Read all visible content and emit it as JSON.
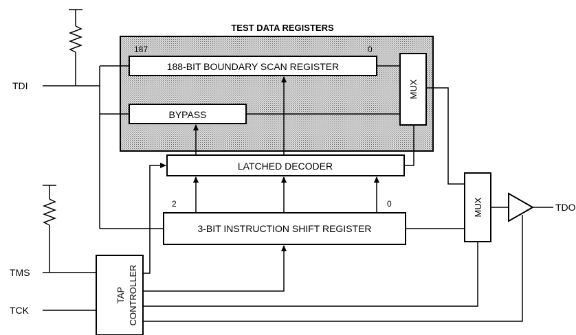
{
  "diagram": {
    "title": "TEST DATA REGISTERS",
    "pins": {
      "tdi": "TDI",
      "tms": "TMS",
      "tck": "TCK",
      "tdo": "TDO"
    },
    "blocks": {
      "boundary_scan": "188-BIT BOUNDARY SCAN REGISTER",
      "bypass": "BYPASS",
      "mux_upper": "MUX",
      "latched_decoder": "LATCHED DECODER",
      "instruction_register": "3-BIT INSTRUCTION SHIFT REGISTER",
      "mux_lower": "MUX",
      "tap_line1": "TAP",
      "tap_line2": "CONTROLLER"
    },
    "bit_labels": {
      "bsr_msb": "187",
      "bsr_lsb": "0",
      "ir_msb": "2",
      "ir_lsb": "0"
    },
    "colors": {
      "line": "#000000",
      "background": "#ffffff",
      "shaded_region": "#b8b8b8"
    }
  }
}
